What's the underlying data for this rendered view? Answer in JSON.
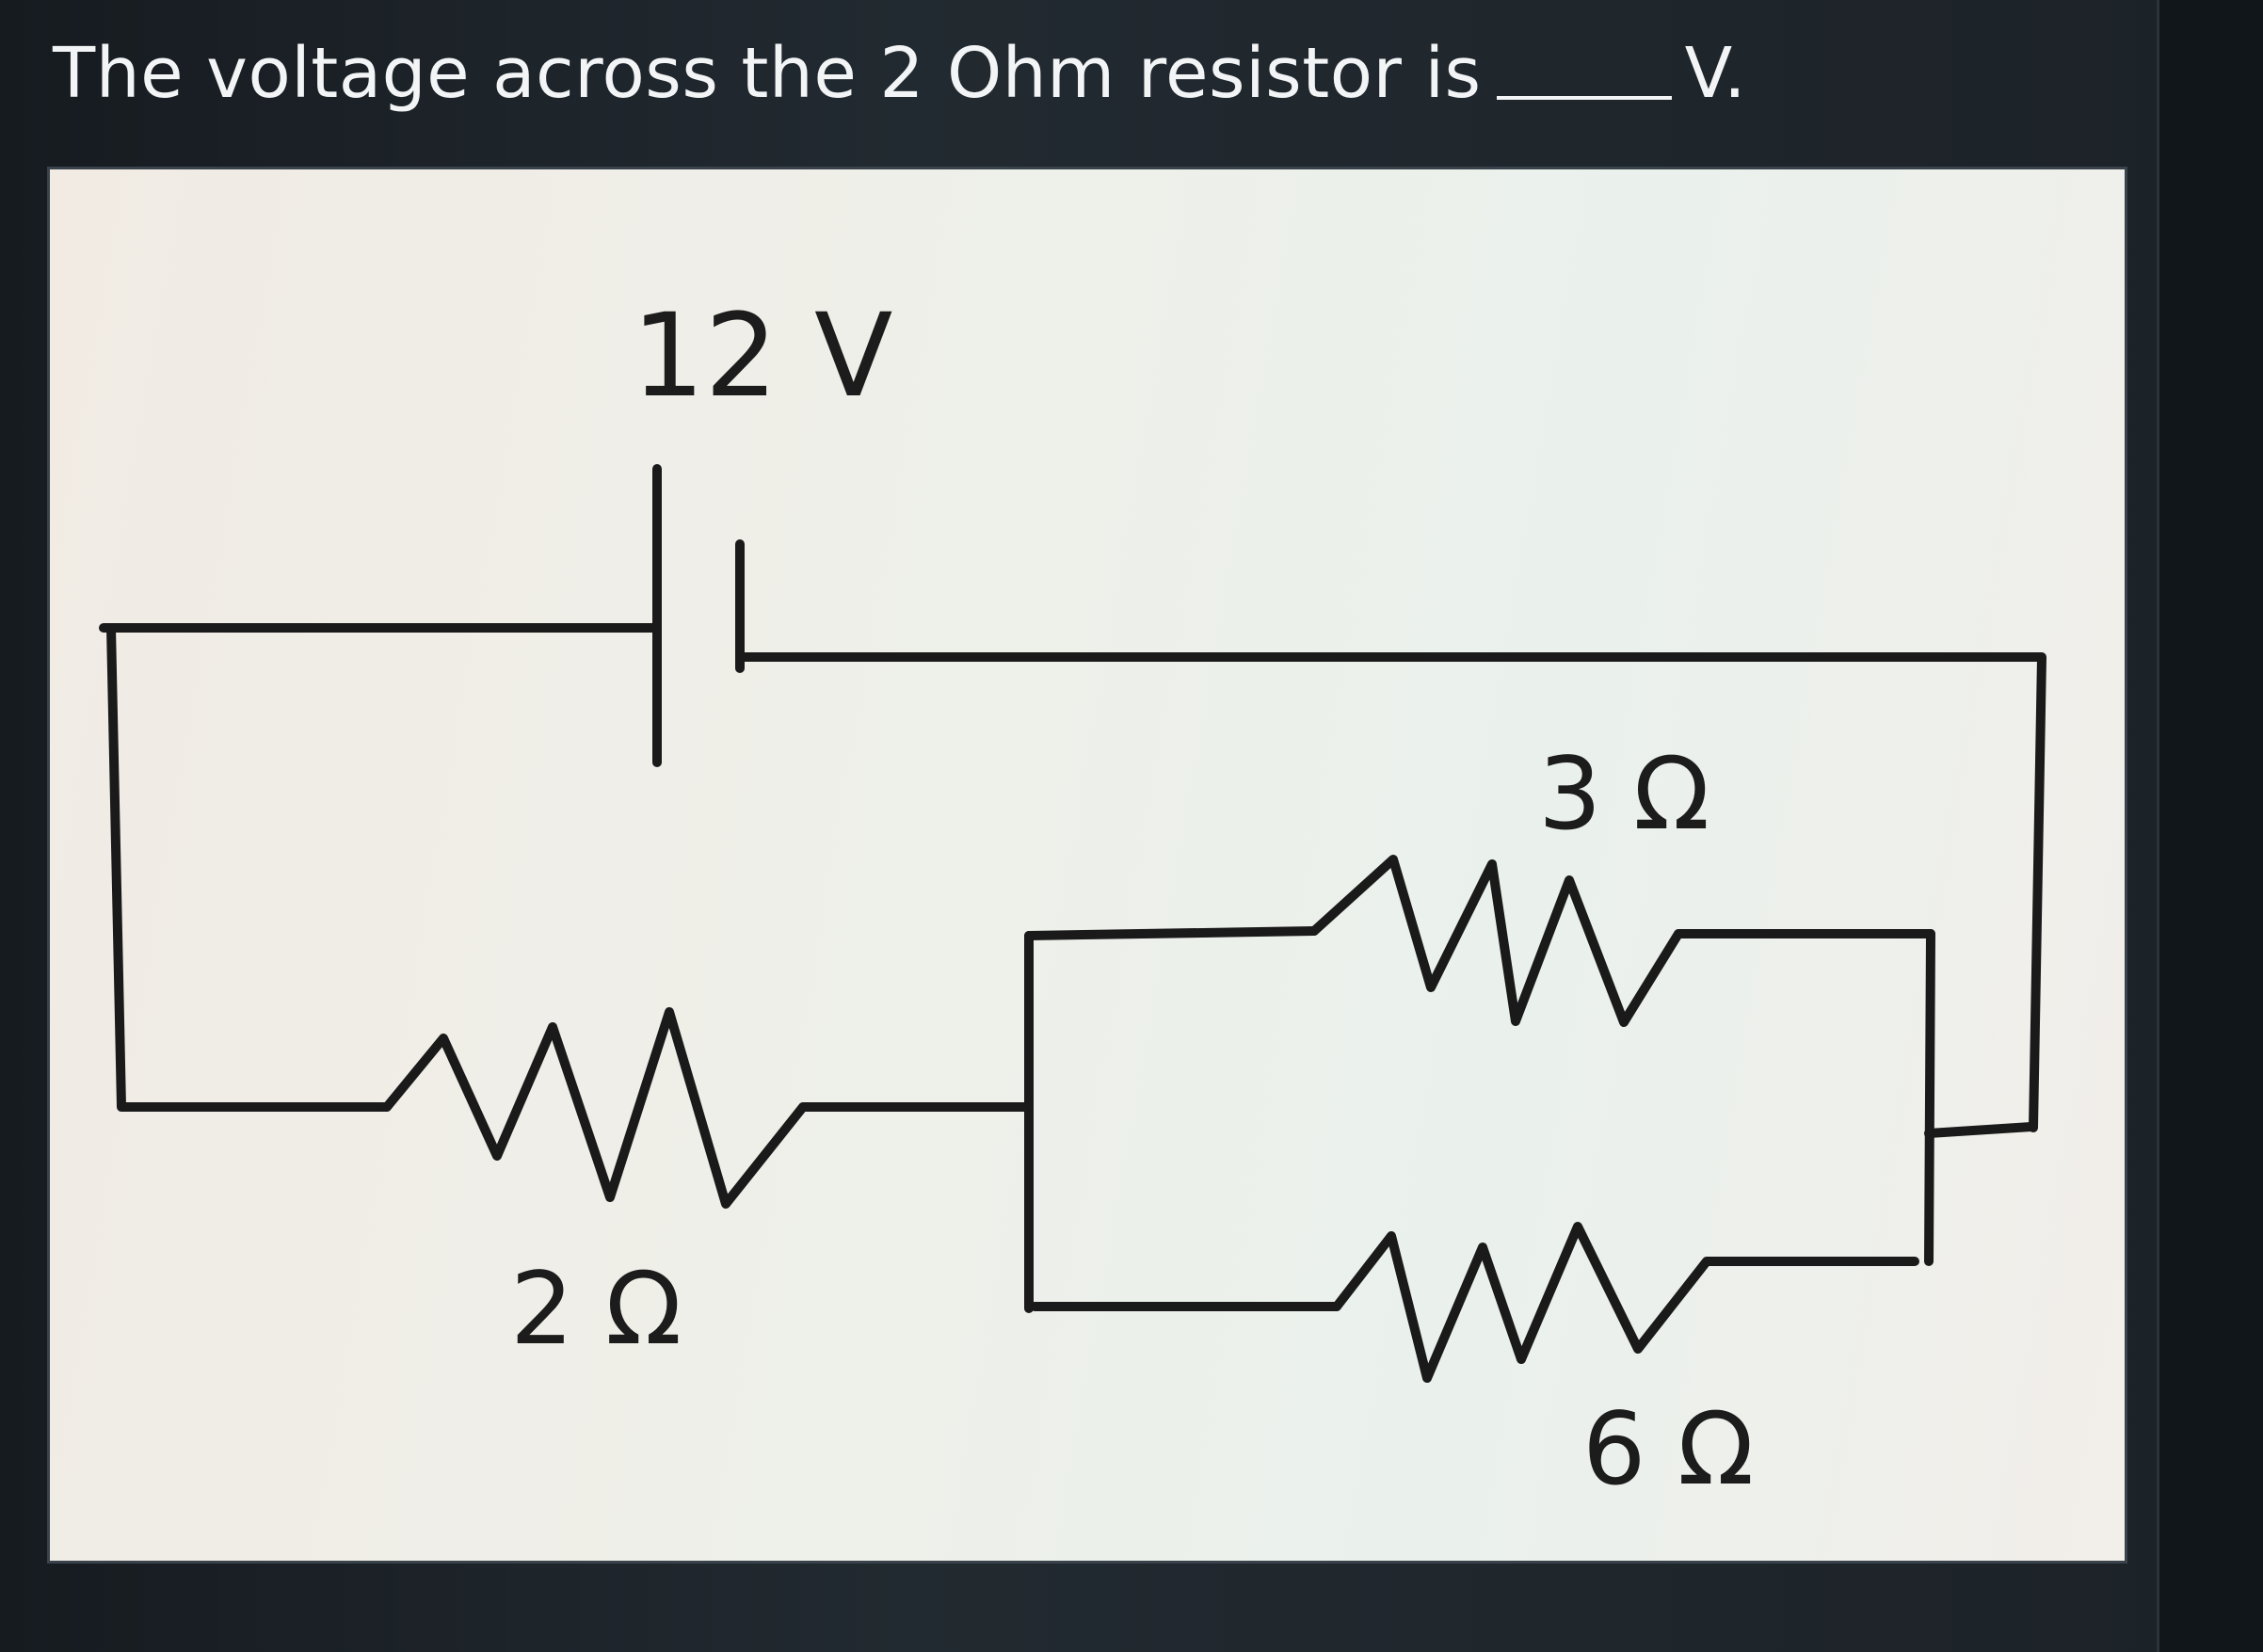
{
  "question": {
    "prefix": "The voltage across the 2 Ohm resistor is",
    "suffix": "V."
  },
  "circuit": {
    "source_label": "12 V",
    "resistor_series_label": "2 Ω",
    "resistor_top_label": "3 Ω",
    "resistor_bottom_label": "6 Ω"
  }
}
